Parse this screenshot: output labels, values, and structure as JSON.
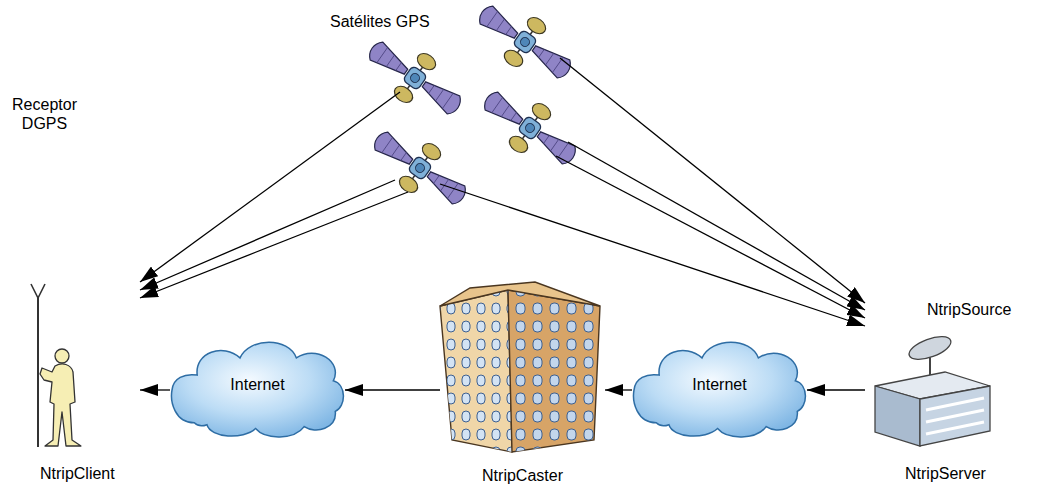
{
  "diagram": {
    "nodes": [
      {
        "text": [
          "Satélites GPS"
        ]
      },
      {
        "text": [
          "Receptor DGPS",
          "NtripClient"
        ]
      },
      {
        "text": [
          "Internet"
        ]
      },
      {
        "text": [
          "NtripCaster"
        ]
      },
      {
        "text": [
          "Internet"
        ]
      },
      {
        "text": [
          "NtripSource",
          "NtripServer"
        ]
      }
    ],
    "edges": [
      {
        "from": 5,
        "to": 4,
        "arrow": "to"
      },
      {
        "from": 4,
        "to": 3,
        "arrow": "to"
      },
      {
        "from": 3,
        "to": 2,
        "arrow": "to"
      },
      {
        "from": 2,
        "to": 1,
        "arrow": "to"
      },
      {
        "from": 0,
        "to": 1,
        "arrow": "to"
      },
      {
        "from": 0,
        "to": 1,
        "arrow": "to"
      },
      {
        "from": 0,
        "to": 1,
        "arrow": "to"
      },
      {
        "from": 0,
        "to": 5,
        "arrow": "to"
      },
      {
        "from": 0,
        "to": 5,
        "arrow": "to"
      },
      {
        "from": 0,
        "to": 5,
        "arrow": "to"
      },
      {
        "from": 0,
        "to": 5,
        "arrow": "to"
      }
    ]
  }
}
